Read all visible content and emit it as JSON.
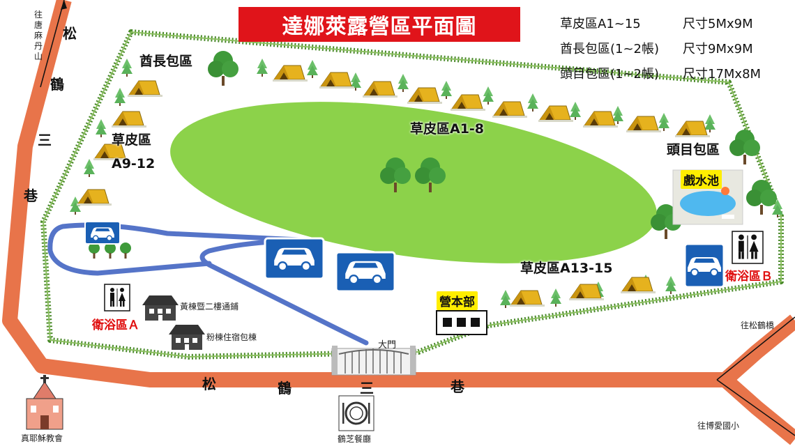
{
  "title": "達娜萊露營區平面圖",
  "legend": [
    {
      "name": "草皮區A1~15",
      "size": "尺寸5Mx9M"
    },
    {
      "name": "酋長包區(1~2帳)",
      "size": "尺寸9Mx9M"
    },
    {
      "name": "頭目包區(1~2帳)",
      "size": "尺寸17Mx8M"
    }
  ],
  "zones": {
    "chief": "酋長包區",
    "grass_left_1": "草皮區",
    "grass_left_2": "A9-12",
    "grass_top": "草皮區A1-8",
    "headman": "頭目包區",
    "grass_bottom": "草皮區A13-15"
  },
  "facilities": {
    "pool": "戲水池",
    "hq": "營本部",
    "bath_a": "衛浴區Ａ",
    "bath_b": "衛浴區Ｂ",
    "building_yellow": "黃棟暨二樓通鋪",
    "building_pink": "粉棟住宿包棟",
    "gate": "大門"
  },
  "roads": {
    "main_road_chars": [
      "松",
      "鶴",
      "三",
      "巷"
    ],
    "left_road_chars": [
      "松",
      "鶴",
      "三",
      "巷"
    ],
    "to_tangmadan": "往唐麻丹山",
    "to_songhe_bridge": "往松鶴橋",
    "to_boai_school": "往博愛國小"
  },
  "landmarks": {
    "church": "真耶穌教會",
    "restaurant": "鶴芝餐廳"
  },
  "colors": {
    "road": "#e8744a",
    "lawn": "#8cd24a",
    "path": "#5574c8",
    "parking": "#1a5fb4",
    "title_bg": "#e0141a",
    "hedge": "#4a8a2a"
  },
  "icons": {
    "tent": "tent-icon",
    "tree": "tree-icon",
    "parking": "car-parking-icon",
    "restroom": "restroom-icon",
    "church": "church-icon",
    "restaurant": "plate-cutlery-icon",
    "house": "house-icon",
    "gate": "gate-icon",
    "pool": "swimming-pool-icon"
  }
}
